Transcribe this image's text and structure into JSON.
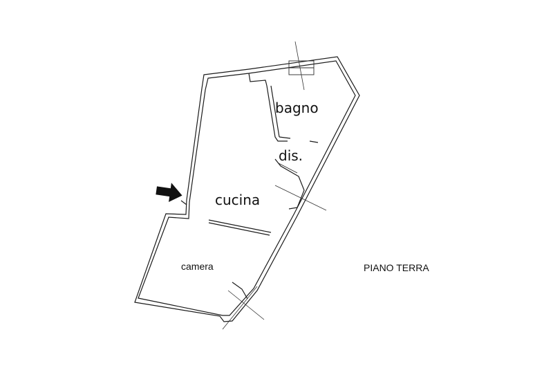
{
  "floor_label": "PIANO TERRA",
  "rooms": {
    "bagno": "bagno",
    "dis": "dis.",
    "cucina": "cucina",
    "camera": "camera"
  },
  "icons": {
    "entrance": "entrance-arrow-icon"
  }
}
